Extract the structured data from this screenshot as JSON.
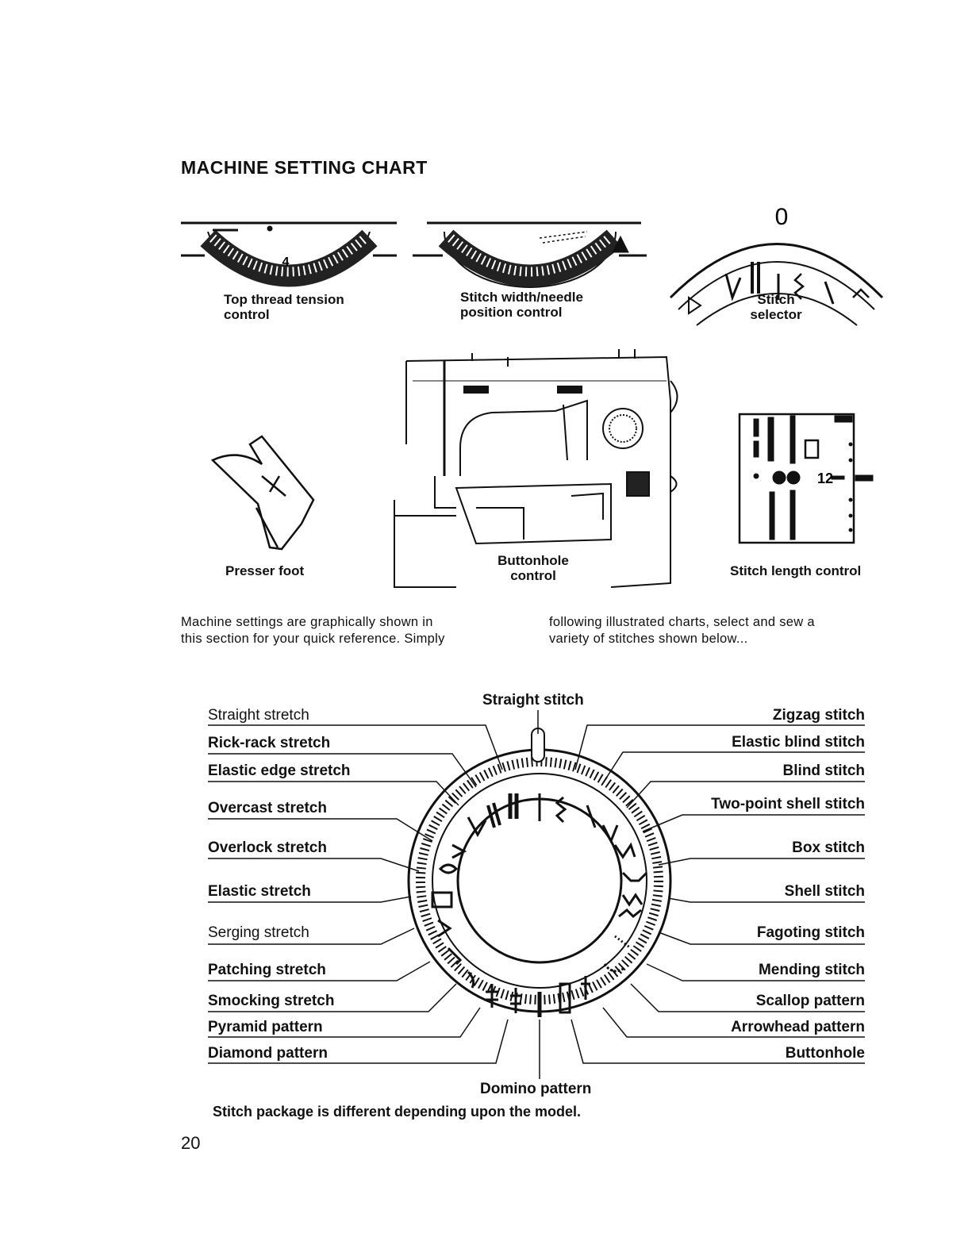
{
  "page": {
    "title": "MACHINE SETTING CHART",
    "page_number": "20",
    "footnote": "Stitch package is different depending upon the model."
  },
  "controls": {
    "top_thread_tension": {
      "line1": "Top thread tension",
      "line2": "control",
      "dial_number": "4"
    },
    "stitch_width": {
      "line1": "Stitch width/needle",
      "line2": "position control"
    },
    "stitch_selector": {
      "line1": "Stitch",
      "line2": "selector",
      "marker": "0"
    },
    "presser_foot": "Presser foot",
    "buttonhole_control": {
      "line1": "Buttonhole",
      "line2": "control"
    },
    "stitch_length": {
      "label": "Stitch length control",
      "value": "12"
    }
  },
  "intro": {
    "left_line1": "Machine settings are graphically shown in",
    "left_line2": "this section for your quick reference. Simply",
    "right_line1": "following illustrated charts, select and sew a",
    "right_line2": "variety of stitches shown below..."
  },
  "dial": {
    "top_label": "Straight stitch",
    "bottom_label": "Domino pattern",
    "left_labels": [
      "Straight stretch",
      "Rick-rack stretch",
      "Elastic edge stretch",
      "Overcast stretch",
      "Overlock stretch",
      "Elastic stretch",
      "Serging stretch",
      "Patching stretch",
      "Smocking stretch",
      "Pyramid pattern",
      "Diamond pattern"
    ],
    "right_labels": [
      "Zigzag stitch",
      "Elastic blind stitch",
      "Blind stitch",
      "Two-point shell stitch",
      "Box stitch",
      "Shell stitch",
      "Fagoting stitch",
      "Mending stitch",
      "Scallop pattern",
      "Arrowhead pattern",
      "Buttonhole"
    ]
  }
}
